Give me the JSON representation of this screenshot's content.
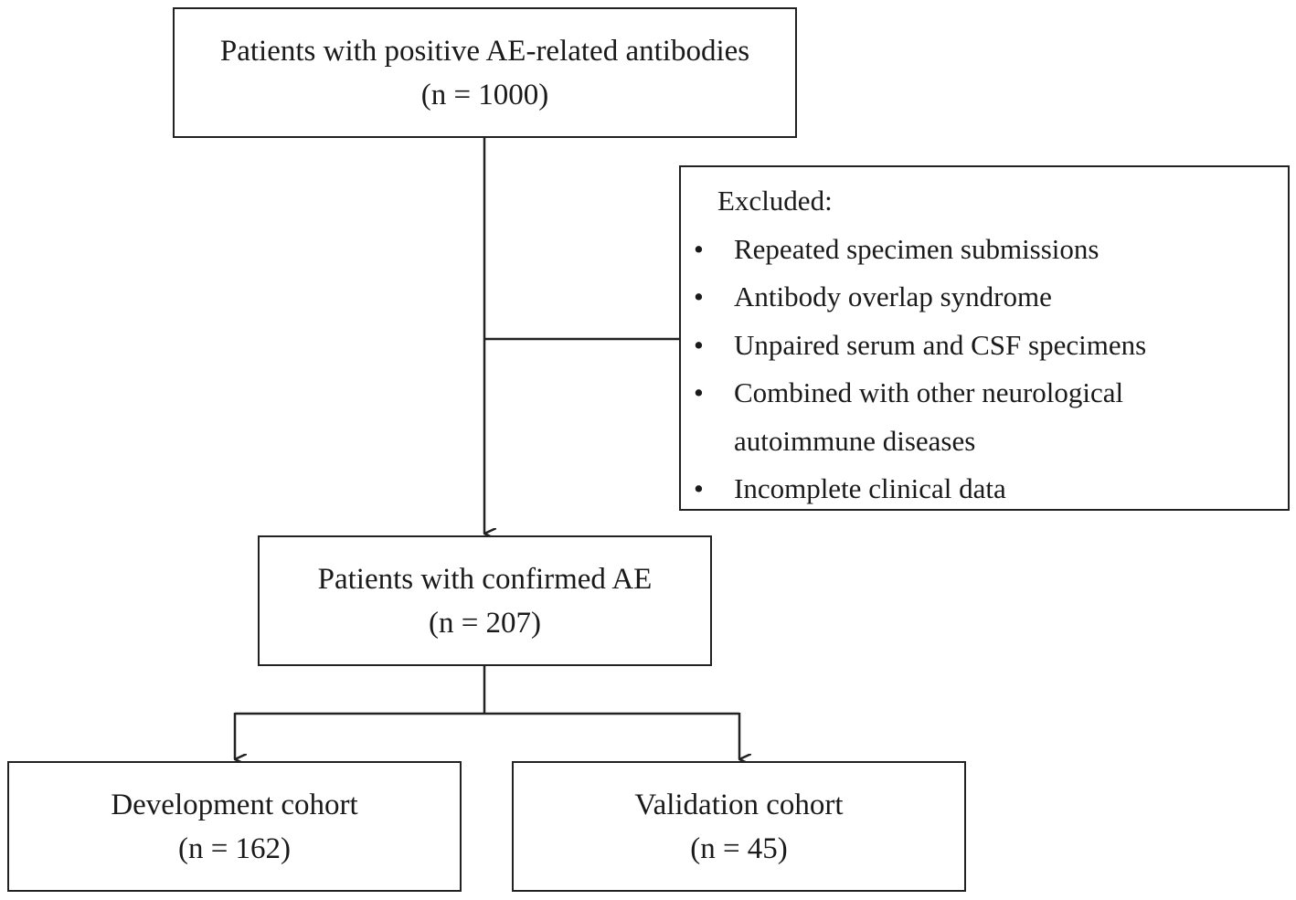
{
  "boxes": {
    "total": {
      "title": "Patients with positive AE-related antibodies",
      "count": "(n = 1000)"
    },
    "confirmed": {
      "title": "Patients with confirmed AE",
      "count": "(n = 207)"
    },
    "development": {
      "title": "Development cohort",
      "count": "(n = 162)"
    },
    "validation": {
      "title": "Validation cohort",
      "count": "(n = 45)"
    }
  },
  "excluded": {
    "title": "Excluded:",
    "bullet": "•",
    "items": [
      {
        "text": "Repeated specimen submissions"
      },
      {
        "text": "Antibody overlap syndrome"
      },
      {
        "text": "Unpaired serum and CSF specimens"
      },
      {
        "text": "Combined with other neurological",
        "continuation": "autoimmune diseases"
      },
      {
        "text": "Incomplete clinical data"
      }
    ]
  },
  "colors": {
    "line": "#222222",
    "text": "#1a1a1a",
    "background": "#ffffff"
  }
}
